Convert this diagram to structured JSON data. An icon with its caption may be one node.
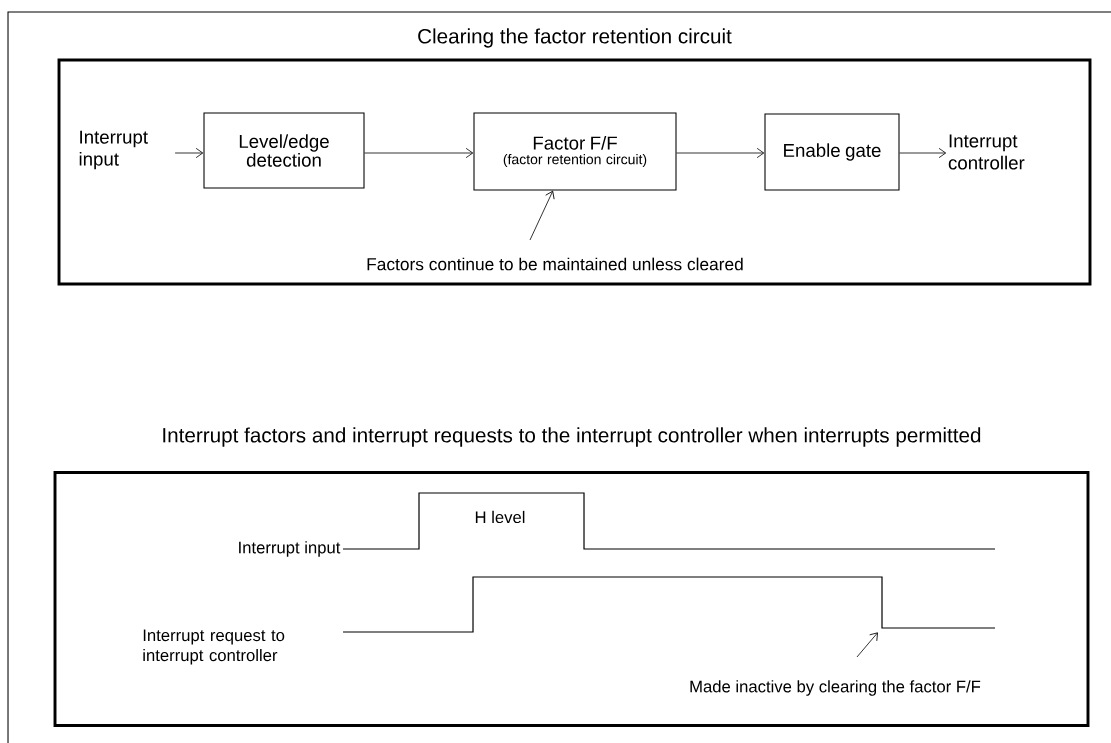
{
  "diagram": {
    "nodes": [
      {
        "text": [
          "Clearing the factor retention circuit"
        ]
      },
      {
        "text": [
          "Interrupt input"
        ],
        "in": 0
      },
      {
        "text": [
          "Level/edge detection"
        ],
        "in": 0
      },
      {
        "text": [
          "Factor F/F",
          "(factor retention circuit)"
        ],
        "in": 0
      },
      {
        "text": [
          "Enable gate"
        ],
        "in": 0
      },
      {
        "text": [
          "Interrupt controller"
        ],
        "in": 0
      },
      {
        "text": [
          "Factors continue to be maintained unless cleared"
        ],
        "in": 0
      },
      {
        "text": [
          "Interrupt factors and interrupt requests to the interrupt controller when interrupts permitted"
        ]
      },
      {
        "text": [
          "Made inactive by clearing the factor F/F"
        ],
        "in": 7
      },
      {
        "text": [],
        "shape": "picture",
        "in": 7
      }
    ],
    "edges": [
      {
        "from": 1,
        "to": 2,
        "arrow": "to"
      },
      {
        "from": 2,
        "to": 3,
        "arrow": "to"
      },
      {
        "from": 3,
        "to": 4,
        "arrow": "to"
      },
      {
        "from": 4,
        "to": 5,
        "arrow": "to"
      },
      {
        "from": 6,
        "to": 3,
        "arrow": "to"
      },
      {
        "from": 8,
        "to": 9,
        "arrow": "to"
      }
    ],
    "labels": [
      "H level",
      "Interrupt input",
      "Interrupt request to interrupt controller"
    ]
  }
}
